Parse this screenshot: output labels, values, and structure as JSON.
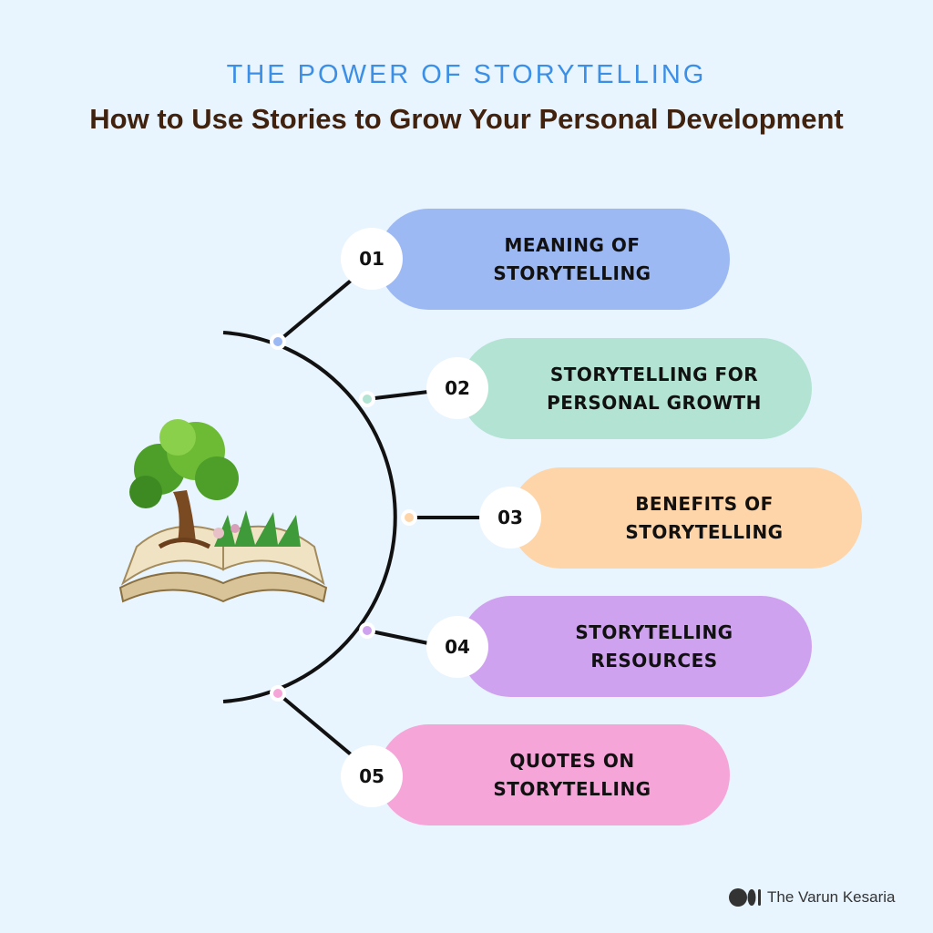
{
  "header": {
    "kicker": "THE POWER OF STORYTELLING",
    "title": "How to Use Stories to Grow Your Personal Development"
  },
  "items": [
    {
      "number": "01",
      "label": "MEANING OF\nSTORYTELLING",
      "color": "#9db9f3"
    },
    {
      "number": "02",
      "label": "STORYTELLING FOR\nPERSONAL GROWTH",
      "color": "#b3e3d2"
    },
    {
      "number": "03",
      "label": "BENEFITS OF\nSTORYTELLING",
      "color": "#fed5a8"
    },
    {
      "number": "04",
      "label": "STORYTELLING\nRESOURCES",
      "color": "#cfa2ef"
    },
    {
      "number": "05",
      "label": "QUOTES ON\nSTORYTELLING",
      "color": "#f6a5d9"
    }
  ],
  "footer": {
    "credit": "The Varun Kesaria"
  }
}
